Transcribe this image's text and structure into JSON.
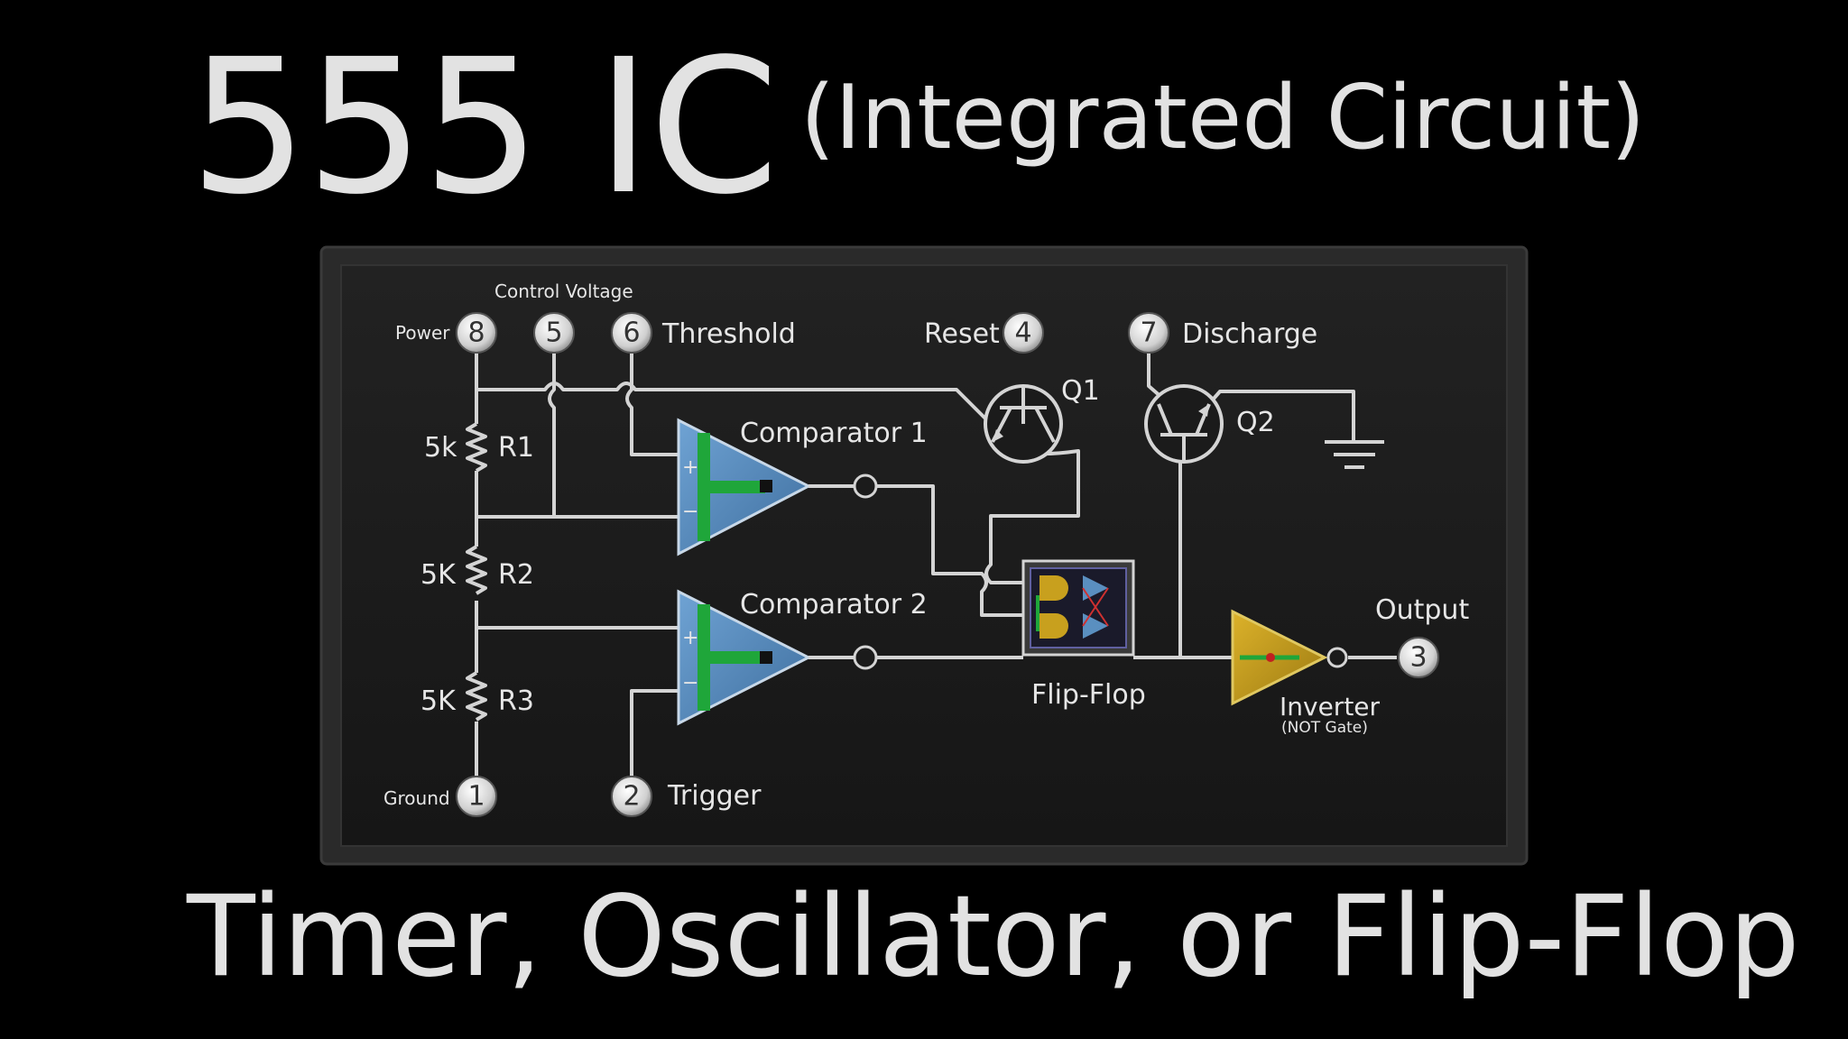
{
  "header": {
    "title": "555 IC",
    "subtitle": "(Integrated Circuit)"
  },
  "footer": {
    "text": "Timer, Oscillator, or Flip-Flop"
  },
  "diagram": {
    "pins": {
      "power": {
        "number": "8",
        "label": "Power"
      },
      "control_voltage": {
        "number": "5",
        "label": "Control Voltage"
      },
      "threshold": {
        "number": "6",
        "label": "Threshold"
      },
      "reset": {
        "number": "4",
        "label": "Reset"
      },
      "discharge": {
        "number": "7",
        "label": "Discharge"
      },
      "ground": {
        "number": "1",
        "label": "Ground"
      },
      "trigger": {
        "number": "2",
        "label": "Trigger"
      },
      "output": {
        "number": "3",
        "label": "Output"
      }
    },
    "resistors": [
      {
        "value": "5k",
        "name": "R1"
      },
      {
        "value": "5K",
        "name": "R2"
      },
      {
        "value": "5K",
        "name": "R3"
      }
    ],
    "comparators": [
      {
        "label": "Comparator 1",
        "plus": "+",
        "minus": "−"
      },
      {
        "label": "Comparator 2",
        "plus": "+",
        "minus": "−"
      }
    ],
    "transistors": [
      {
        "name": "Q1"
      },
      {
        "name": "Q2"
      }
    ],
    "flip_flop": {
      "label": "Flip-Flop"
    },
    "inverter": {
      "label": "Inverter",
      "sublabel": "(NOT Gate)"
    },
    "colors": {
      "comparator_fill": "#5a8fc0",
      "comparator_core": "#1fa63a",
      "inverter_fill": "#c8a01e",
      "wire": "#d4d4d4",
      "panel": "#1b1b1b"
    }
  }
}
